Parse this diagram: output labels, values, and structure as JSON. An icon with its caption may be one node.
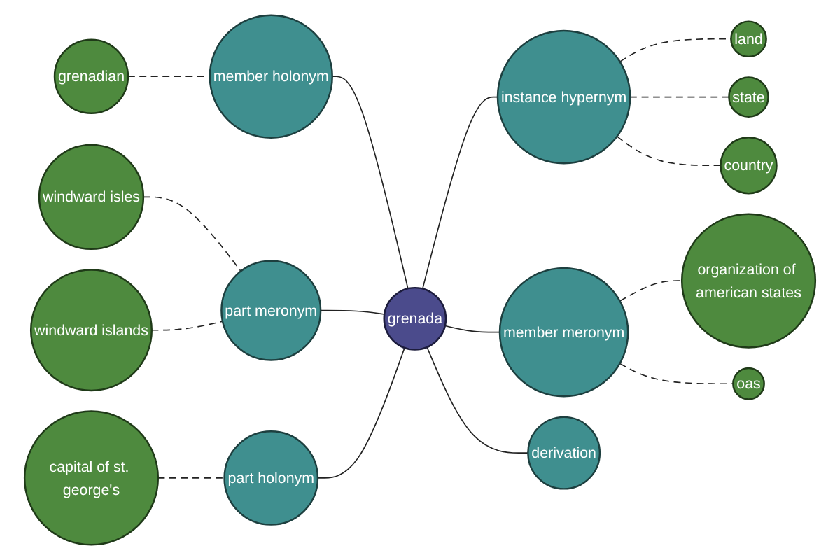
{
  "diagram": {
    "nodes": [
      {
        "text": [
          "land"
        ]
      },
      {
        "text": [
          "state"
        ]
      },
      {
        "text": [
          "country"
        ]
      },
      {
        "text": [
          "instance hypernym"
        ]
      },
      {
        "text": [
          "organization of american states"
        ]
      },
      {
        "text": [
          "grenadian"
        ]
      },
      {
        "text": [
          "member holonym"
        ]
      },
      {
        "text": [
          "member meronym"
        ]
      },
      {
        "text": [
          "oas"
        ]
      },
      {
        "text": [
          "grenada"
        ]
      },
      {
        "text": [
          "windward isles"
        ]
      },
      {
        "text": [
          "part meronym"
        ]
      },
      {
        "text": [
          "derivation"
        ]
      },
      {
        "text": [
          "part holonym"
        ]
      },
      {
        "text": [
          "capital of st. george's"
        ]
      },
      {
        "text": [
          "windward islands"
        ]
      }
    ],
    "edges": [
      {
        "from": 6,
        "to": 9,
        "arrow": "none"
      },
      {
        "from": 11,
        "to": 9,
        "arrow": "none"
      },
      {
        "from": 13,
        "to": 9,
        "arrow": "none"
      },
      {
        "from": 9,
        "to": 3,
        "arrow": "none"
      },
      {
        "from": 9,
        "to": 7,
        "arrow": "none"
      },
      {
        "from": 9,
        "to": 12,
        "arrow": "none"
      },
      {
        "from": 5,
        "to": 6,
        "arrow": "none",
        "style": "dashed"
      },
      {
        "from": 10,
        "to": 11,
        "arrow": "none",
        "style": "dashed"
      },
      {
        "from": 15,
        "to": 11,
        "arrow": "none",
        "style": "dashed"
      },
      {
        "from": 14,
        "to": 13,
        "arrow": "none",
        "style": "dashed"
      },
      {
        "from": 3,
        "to": 0,
        "arrow": "none",
        "style": "dashed"
      },
      {
        "from": 3,
        "to": 1,
        "arrow": "none",
        "style": "dashed"
      },
      {
        "from": 3,
        "to": 2,
        "arrow": "none",
        "style": "dashed"
      },
      {
        "from": 7,
        "to": 4,
        "arrow": "none",
        "style": "dashed"
      },
      {
        "from": 7,
        "to": 8,
        "arrow": "none",
        "style": "dashed"
      }
    ]
  }
}
